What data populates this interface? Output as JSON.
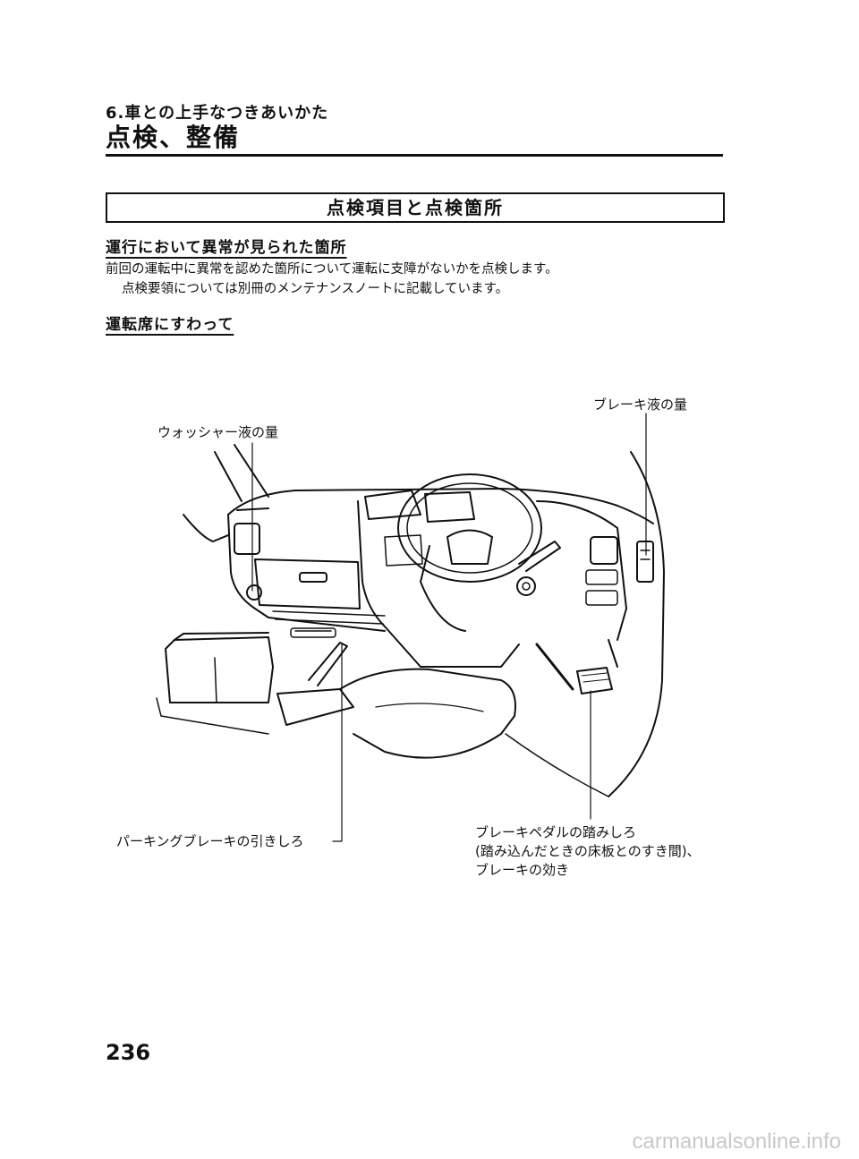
{
  "header": {
    "chapter": "6.車との上手なつきあいかた",
    "title": "点検、整備"
  },
  "section_box": "点検項目と点検箇所",
  "subheading1": "運行において異常が見られた箇所",
  "paragraph": {
    "line1": "前回の運転中に異常を認めた箇所について運転に支障がないかを点検します。",
    "line2": "点検要領については別冊のメンテナンスノートに記載しています。"
  },
  "subheading2": "運転席にすわって",
  "illustration": {
    "labels": {
      "washer": "ウォッシャー液の量",
      "brake_fluid": "ブレーキ液の量",
      "parking_brake": "パーキングブレーキの引きしろ",
      "brake_pedal_1": "ブレーキペダルの踏みしろ",
      "brake_pedal_2": "(踏み込んだときの床板とのすき間)、",
      "brake_pedal_3": "ブレーキの効き"
    }
  },
  "page_number": "236",
  "watermark": "carmanualsonline.info"
}
